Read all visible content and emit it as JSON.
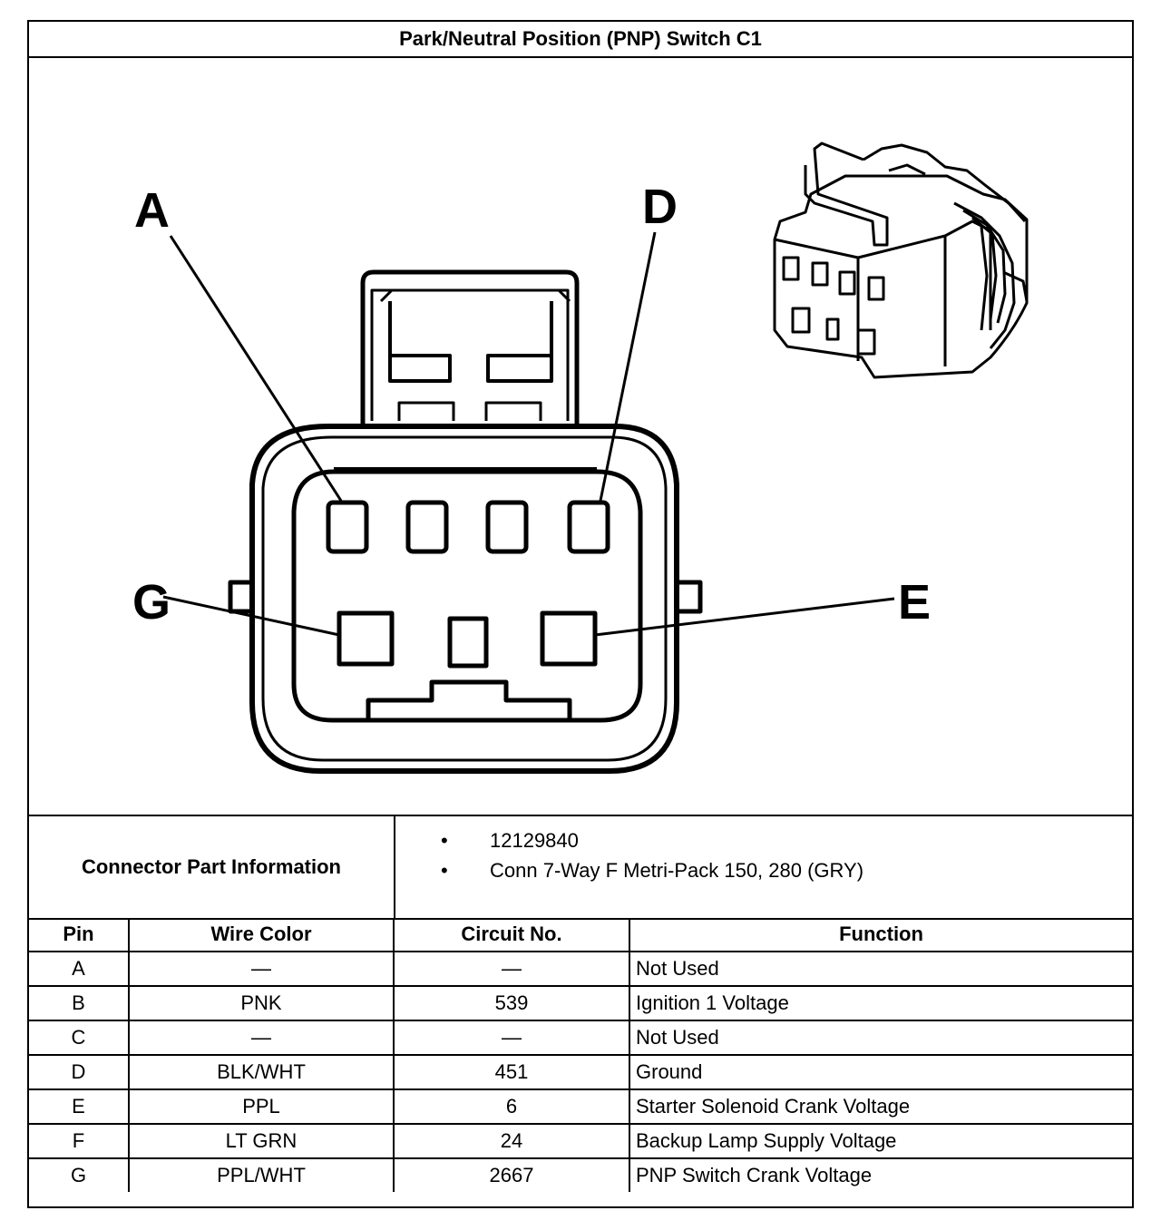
{
  "title": "Park/Neutral Position (PNP) Switch C1",
  "pin_labels": {
    "a": "A",
    "d": "D",
    "g": "G",
    "e": "E"
  },
  "connector_info": {
    "label": "Connector Part Information",
    "items": [
      "12129840",
      "Conn 7-Way F Metri-Pack 150, 280 (GRY)"
    ]
  },
  "table": {
    "headers": [
      "Pin",
      "Wire Color",
      "Circuit No.",
      "Function"
    ],
    "rows": [
      {
        "pin": "A",
        "wire": "—",
        "circuit": "—",
        "function": "Not Used"
      },
      {
        "pin": "B",
        "wire": "PNK",
        "circuit": "539",
        "function": "Ignition 1 Voltage"
      },
      {
        "pin": "C",
        "wire": "—",
        "circuit": "—",
        "function": "Not Used"
      },
      {
        "pin": "D",
        "wire": "BLK/WHT",
        "circuit": "451",
        "function": "Ground"
      },
      {
        "pin": "E",
        "wire": "PPL",
        "circuit": "6",
        "function": "Starter Solenoid Crank Voltage"
      },
      {
        "pin": "F",
        "wire": "LT GRN",
        "circuit": "24",
        "function": "Backup Lamp Supply Voltage"
      },
      {
        "pin": "G",
        "wire": "PPL/WHT",
        "circuit": "2667",
        "function": "PNP Switch Crank Voltage"
      }
    ]
  }
}
